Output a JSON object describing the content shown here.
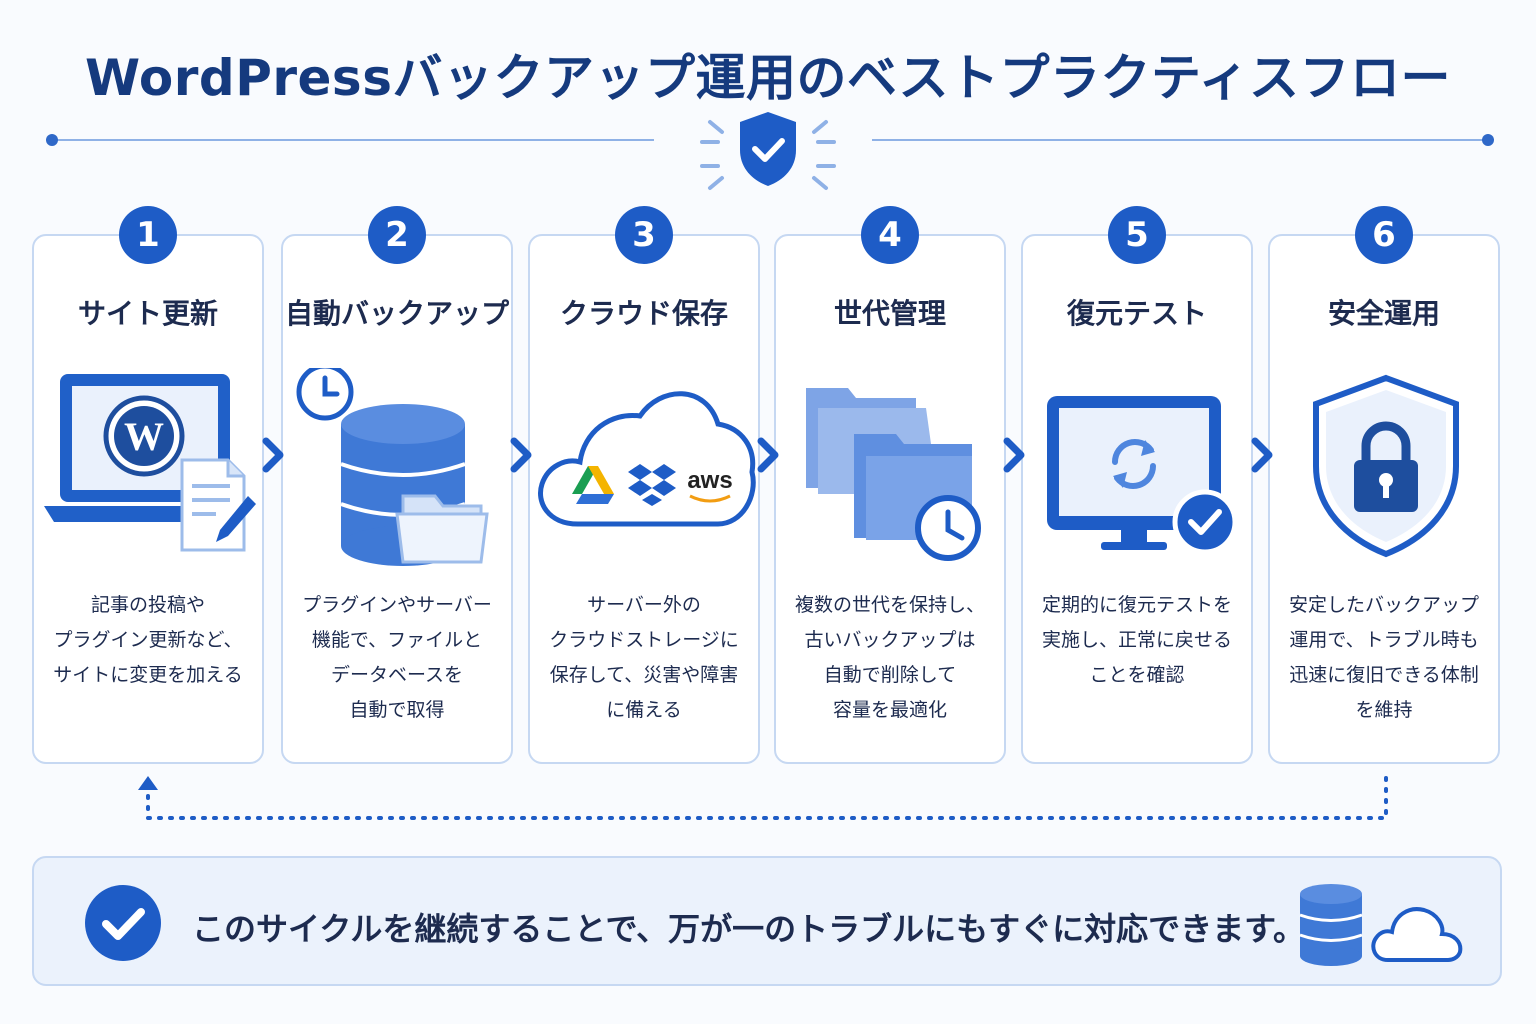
{
  "title": "WordPressバックアップ運用のベストプラクティスフロー",
  "header_icon": "shield-check-icon",
  "steps": [
    {
      "number": "1",
      "title": "サイト更新",
      "icon": "laptop-wordpress-icon",
      "desc": [
        "記事の投稿や",
        "プラグイン更新など、",
        "サイトに変更を加える"
      ]
    },
    {
      "number": "2",
      "title": "自動バックアップ",
      "icon": "database-clock-icon",
      "desc": [
        "プラグインやサーバー",
        "機能で、ファイルと",
        "データベースを",
        "自動で取得"
      ]
    },
    {
      "number": "3",
      "title": "クラウド保存",
      "icon": "cloud-storage-icon",
      "desc": [
        "サーバー外の",
        "クラウドストレージに",
        "保存して、災害や障害",
        "に備える"
      ]
    },
    {
      "number": "4",
      "title": "世代管理",
      "icon": "folders-clock-icon",
      "desc": [
        "複数の世代を保持し、",
        "古いバックアップは",
        "自動で削除して",
        "容量を最適化"
      ]
    },
    {
      "number": "5",
      "title": "復元テスト",
      "icon": "monitor-restore-icon",
      "desc": [
        "定期的に復元テストを",
        "実施し、正常に戻せる",
        "ことを確認"
      ]
    },
    {
      "number": "6",
      "title": "安全運用",
      "icon": "shield-lock-icon",
      "desc": [
        "安定したバックアップ",
        "運用で、トラブル時も",
        "迅速に復旧できる体制",
        "を維持"
      ]
    }
  ],
  "cloud_logos": {
    "aws": "aws"
  },
  "summary": {
    "text": "このサイクルを継続することで、万が一のトラブルにもすぐに対応できます。"
  },
  "colors": {
    "primary": "#1e5cc6",
    "title": "#153a7e",
    "light": "#6f9de0",
    "border": "#c6d8f2"
  }
}
